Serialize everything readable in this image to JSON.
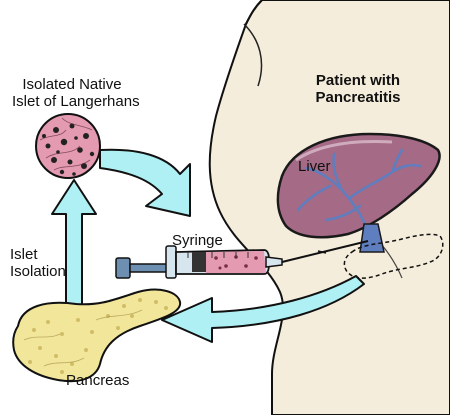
{
  "labels": {
    "islet_line1": "Isolated Native",
    "islet_line2": "Islet of Langerhans",
    "patient_line1": "Patient with",
    "patient_line2": "Pancreatitis",
    "liver": "Liver",
    "syringe": "Syringe",
    "isolation_line1": "Islet",
    "isolation_line2": "Isolation",
    "pancreas": "Pancreas"
  },
  "colors": {
    "arrow": "#aef0f4",
    "liver": "#a46a86",
    "vessels": "#5e7ec0",
    "pancreas": "#f1e69a",
    "islet": "#e49ab0",
    "skin": "#f5eddc",
    "syringe_barrel": "#d7e5ef",
    "plunger": "#6d8fb1"
  },
  "icons": {
    "islet": "islet-cluster-icon",
    "syringe": "syringe-icon",
    "liver": "liver-icon",
    "pancreas": "pancreas-icon",
    "torso": "patient-torso-icon"
  }
}
